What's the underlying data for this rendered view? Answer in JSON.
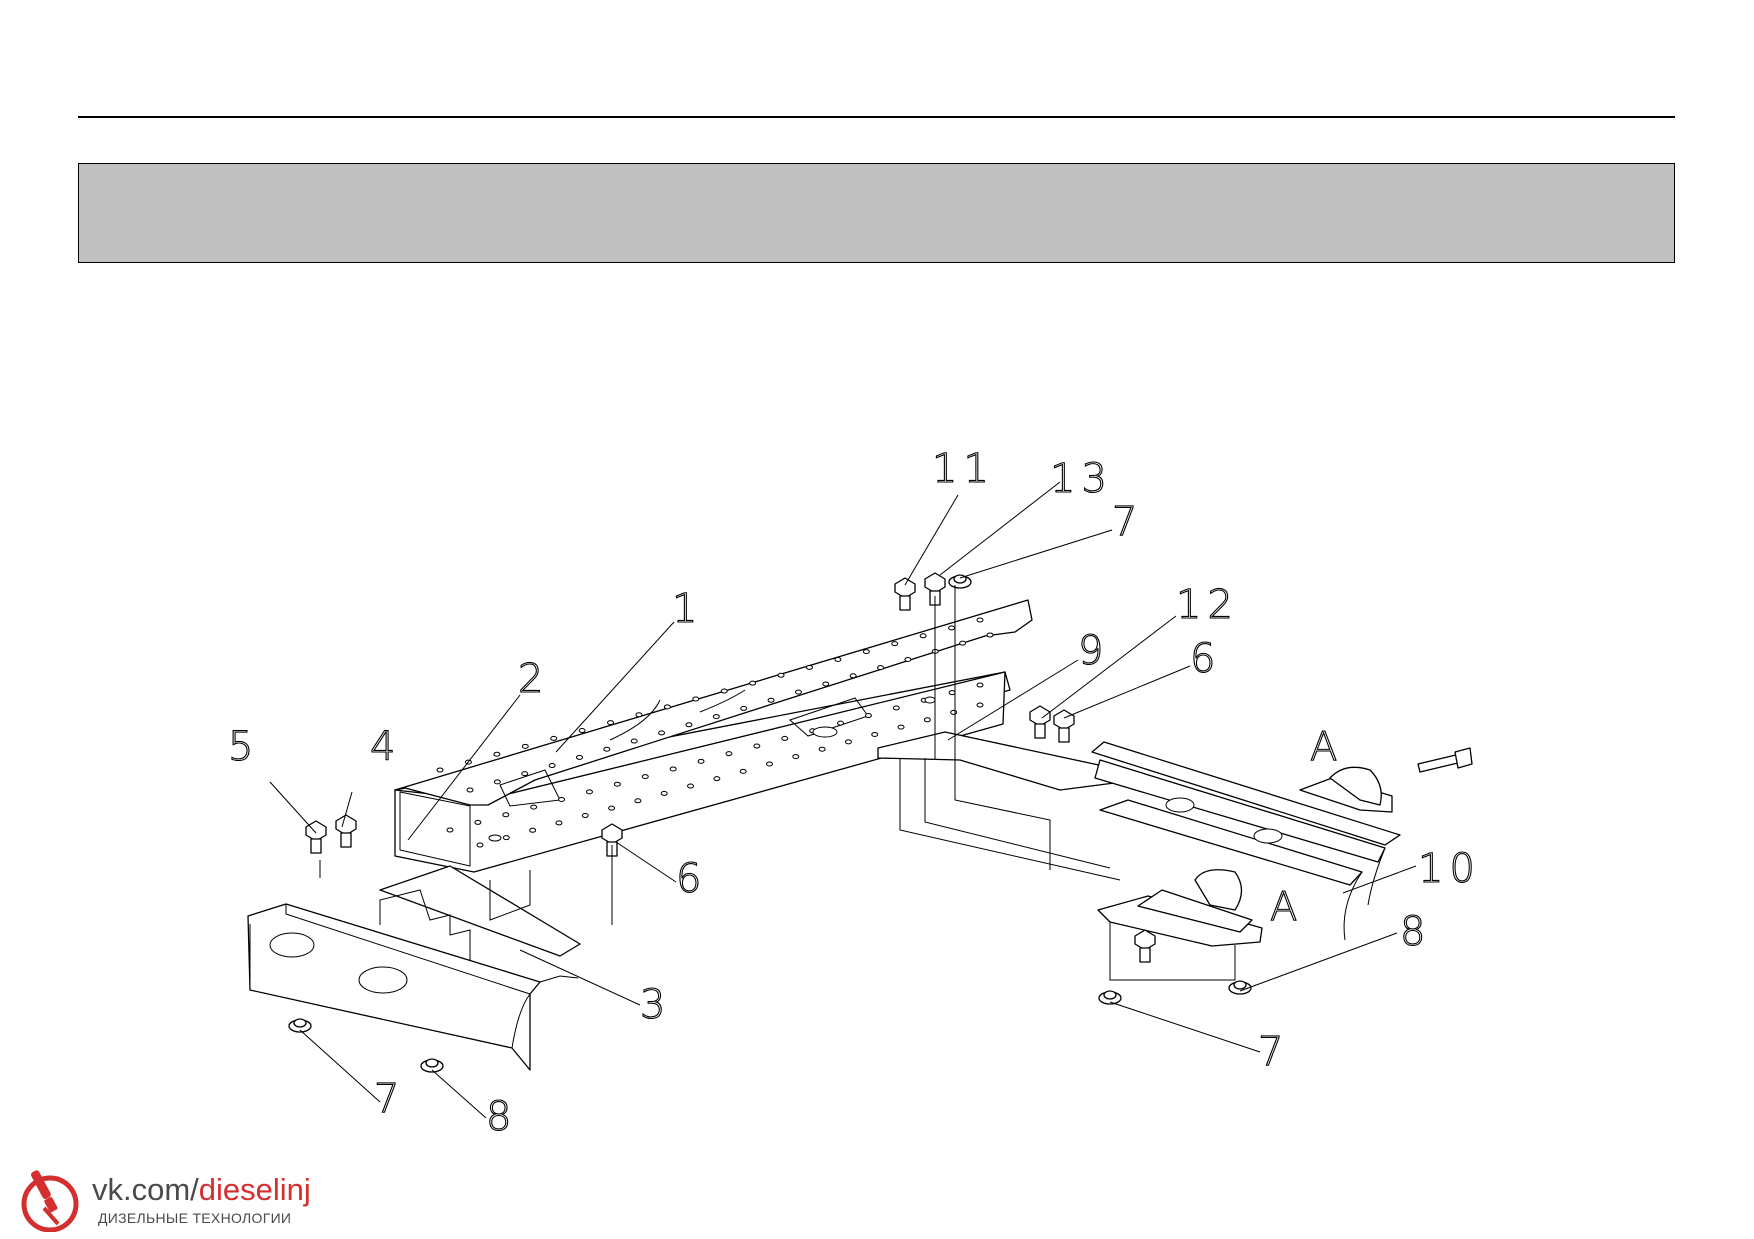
{
  "callouts": {
    "c1": "1",
    "c2": "2",
    "c3": "3",
    "c4": "4",
    "c5": "5",
    "c6a": "6",
    "c6b": "6",
    "c7a": "7",
    "c7b": "7",
    "c7c": "7",
    "c8a": "8",
    "c8b": "8",
    "c9": "9",
    "c10": "10",
    "c11": "11",
    "c12": "12",
    "c13": "13",
    "cAa": "A",
    "cAb": "A"
  },
  "watermark": {
    "url_prefix": "vk.com/",
    "url_name": "dieselinj",
    "subtitle": "ДИЗЕЛЬНЫЕ ТЕХНОЛОГИИ",
    "accent_color": "#d32f2f",
    "icon": "injector-pen-icon"
  }
}
